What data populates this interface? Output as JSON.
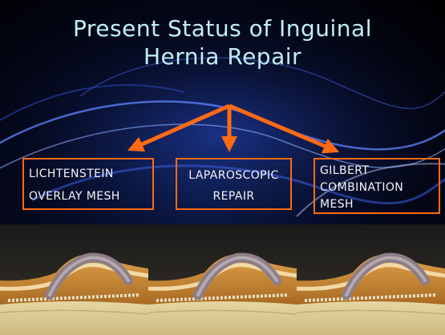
{
  "slide": {
    "title_line1": "Present Status of Inguinal",
    "title_line2": "Hernia Repair",
    "options": [
      {
        "line1": "LICHTENSTEIN",
        "line2": "OVERLAY MESH"
      },
      {
        "line1": "LAPAROSCOPIC",
        "line2": "REPAIR"
      },
      {
        "line1": "GILBERT",
        "line2": "COMBINATION",
        "line3": "MESH"
      }
    ],
    "colors": {
      "title": "#bfeff5",
      "accent": "#ff6a13",
      "box_text": "#f4f4f4",
      "background": "#050a22"
    }
  }
}
